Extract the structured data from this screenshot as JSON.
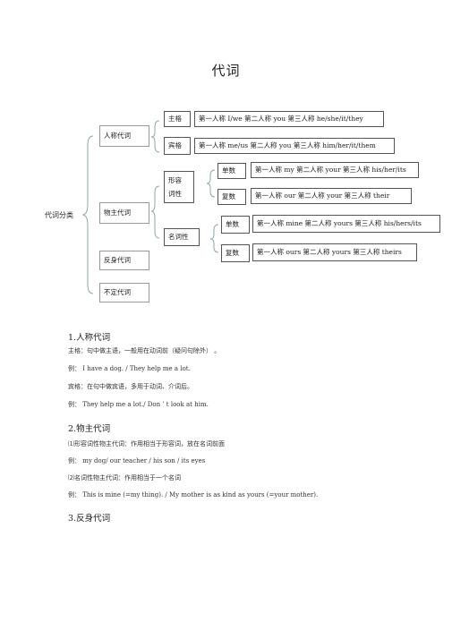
{
  "title": "代词",
  "diagram": {
    "root": "代词分类",
    "personal": {
      "label": "人称代词",
      "subject": {
        "label": "主格",
        "detail": "第一人称   I/we   第二人称   you 第三人称   he/she/it/they"
      },
      "object": {
        "label": "宾格",
        "detail": "第一人称    me/us  第二人称     you 第三人称    him/her/it/them"
      }
    },
    "possessive": {
      "label": "物主代词",
      "adjective": {
        "label_line1": "形容",
        "label_line2": "词性",
        "singular": {
          "label": "单数",
          "detail": "第一人称   my   第二人称   your 第三人称   his/her/its"
        },
        "plural": {
          "label": "复数",
          "detail": "第一人称    our   第二人称   your 第三人称    their"
        }
      },
      "noun": {
        "label": "名词性",
        "singular": {
          "label": "单数",
          "detail": "第一人称    mine   第二人称   yours 第三人称   his/hers/its"
        },
        "plural": {
          "label": "复数",
          "detail": "第一人称   ours  第二人称    yours 第三人称   theirs"
        }
      }
    },
    "reflexive": {
      "label": "反身代词"
    },
    "indefinite": {
      "label": "不定代词"
    }
  },
  "sections": [
    {
      "heading": "1.人称代词",
      "lines": [
        "主格：句中做主语，一般用在动词前（疑问句除外）      。",
        "例：  I have  a dog.   / They  help  me  a lot.",
        "宾格：在句中做宾语，多用于动词、介词后。",
        "例：  They  help  me  a lot./   Don ’   t   look  at  him."
      ]
    },
    {
      "heading": "2.物主代词",
      "lines": [
        "⑴形容词性物主代词：作用相当于形容词，放在名词前面",
        "例：  my  dog/  our  teacher    / his  son  / its  eyes",
        "⑵名词性物主代词：作用相当于一个名词",
        "例：  This  is  mine (=my    thing).   / My  mother   is  as  kind  as  yours (=your    mother)."
      ]
    },
    {
      "heading": "3.反身代词",
      "lines": []
    }
  ]
}
